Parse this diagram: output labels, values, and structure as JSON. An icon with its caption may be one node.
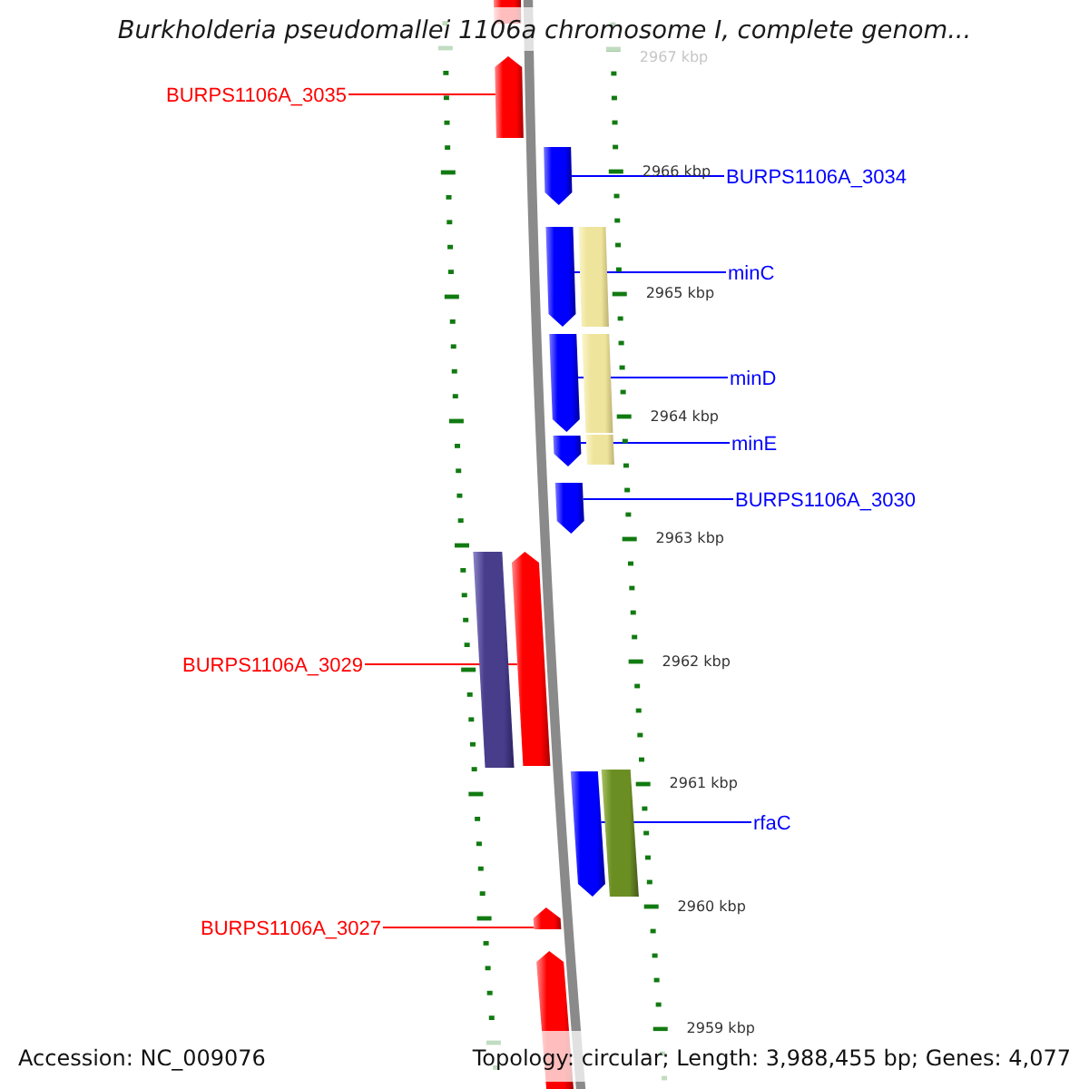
{
  "diagram": {
    "title": "Burkholderia pseudomallei 1106a chromosome I, complete genom...",
    "nodes": [
      {
        "text": [],
        "shape": "bar"
      },
      {
        "text": [
          "BURPS1106A_3035"
        ]
      },
      {
        "text": [],
        "shape": "bar"
      },
      {
        "text": [
          "BURPS1106A_3034"
        ]
      },
      {
        "text": [],
        "shape": "bar"
      },
      {
        "text": [
          "minC"
        ]
      },
      {
        "text": [],
        "shape": "bar"
      },
      {
        "text": [],
        "shape": "bar"
      },
      {
        "text": [
          "minD"
        ]
      },
      {
        "text": [],
        "shape": "bar"
      },
      {
        "text": [],
        "shape": "bar"
      },
      {
        "text": [
          "minE"
        ]
      },
      {
        "text": [],
        "shape": "bar"
      },
      {
        "text": [],
        "shape": "bar"
      },
      {
        "text": [
          "BURPS1106A_3030"
        ]
      },
      {
        "text": [],
        "shape": "bar"
      },
      {
        "text": [],
        "shape": "bar"
      },
      {
        "text": [
          "BURPS1106A_3029"
        ]
      },
      {
        "text": [],
        "shape": "bar"
      },
      {
        "text": [
          "rfaC"
        ]
      },
      {
        "text": [],
        "shape": "bar"
      },
      {
        "text": [],
        "shape": "bar"
      },
      {
        "text": [
          "BURPS1106A_3027"
        ]
      },
      {
        "text": [],
        "shape": "bar"
      },
      {
        "text": [],
        "shape": "bar"
      }
    ],
    "edges": [
      {
        "from": 1,
        "to": 2,
        "arrow": "none",
        "color": "#ff0000"
      },
      {
        "from": 3,
        "to": 4,
        "arrow": "none"
      },
      {
        "from": 5,
        "to": 6,
        "arrow": "none"
      },
      {
        "from": 8,
        "to": 9,
        "arrow": "none"
      },
      {
        "from": 11,
        "to": 12,
        "arrow": "none"
      },
      {
        "from": 14,
        "to": 15,
        "arrow": "none"
      },
      {
        "from": 17,
        "to": 18,
        "arrow": "none",
        "color": "#ff0000"
      },
      {
        "from": 19,
        "to": 20,
        "arrow": "none"
      },
      {
        "from": 22,
        "to": 23,
        "arrow": "none",
        "color": "#ff0000"
      }
    ],
    "labels": [
      "2967 kbp",
      "2966 kbp",
      "2965 kbp",
      "2964 kbp",
      "2963 kbp",
      "2962 kbp",
      "2961 kbp",
      "2960 kbp",
      "2959 kbp",
      "Accession: NC_009076",
      "Topology: circular; Length: 3,988,455 bp; Genes: 4,077"
    ]
  }
}
